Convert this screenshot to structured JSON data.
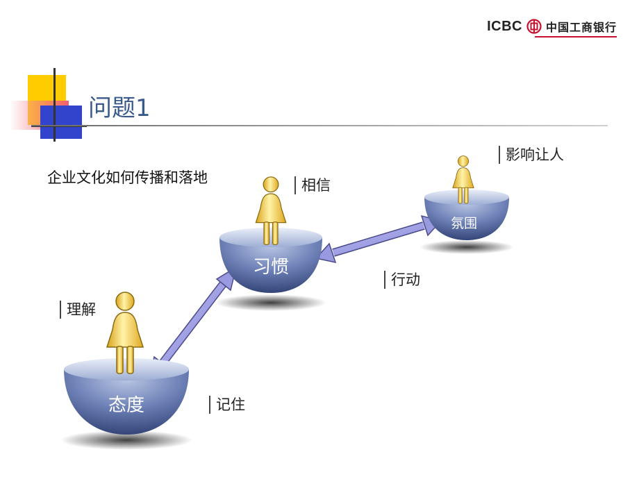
{
  "brand": {
    "name": "ICBC",
    "chinese_name": "中国工商银行"
  },
  "title": "问题1",
  "subtitle": "企业文化如何传播和落地",
  "stages": [
    {
      "name": "态度",
      "note": "理解"
    },
    {
      "name": "习惯",
      "note": "相信"
    },
    {
      "name": "氛围",
      "note": "影响让人"
    }
  ],
  "annotations": {
    "between_1_2": "记住",
    "between_2_3": "行动"
  },
  "colors": {
    "title": "#3a5a8c",
    "bowl": "#5a6fa8",
    "arrow": "#9999e0",
    "person": "#f5d24a",
    "brand_red": "#c8102e"
  }
}
